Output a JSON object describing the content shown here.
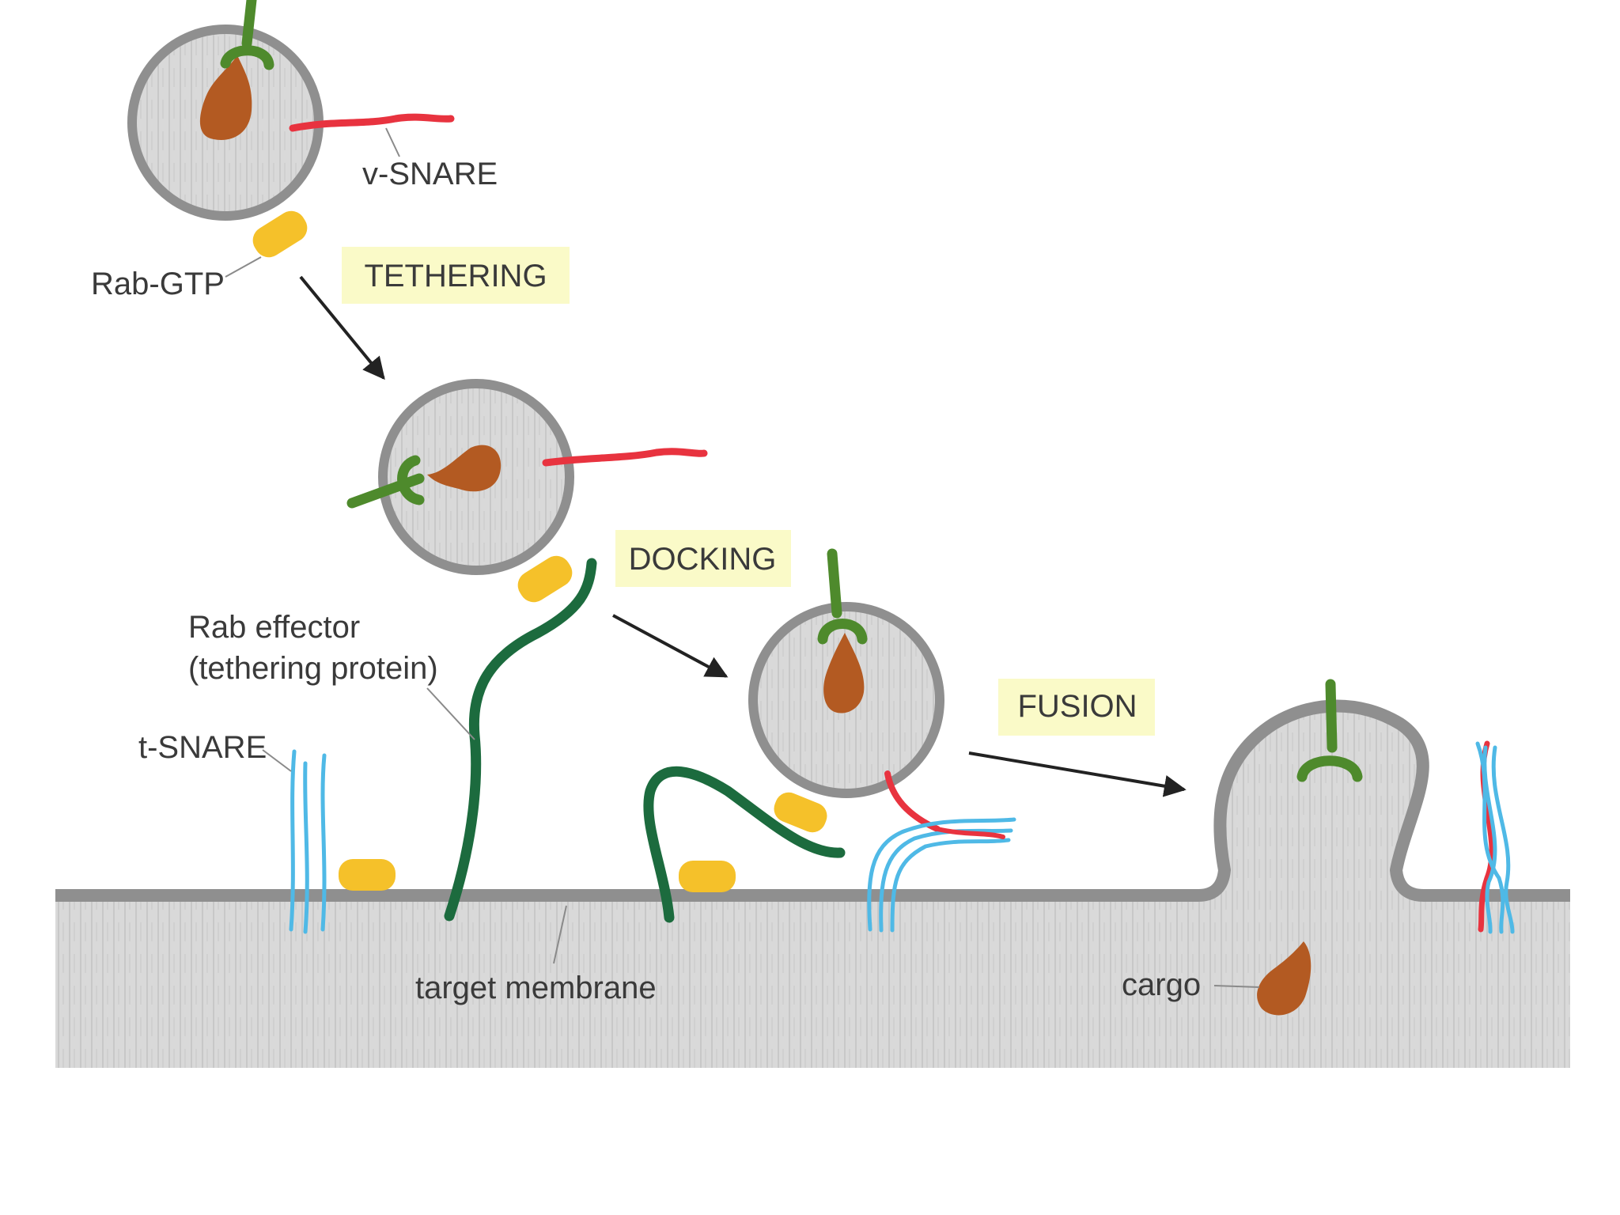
{
  "labels": {
    "v_snare": "v-SNARE",
    "rab_gtp": "Rab-GTP",
    "rab_effector_line1": "Rab effector",
    "rab_effector_line2": "(tethering protein)",
    "t_snare": "t-SNARE",
    "target_membrane": "target membrane",
    "cargo": "cargo"
  },
  "steps": {
    "tethering": "TETHERING",
    "docking": "DOCKING",
    "fusion": "FUSION"
  },
  "colors": {
    "membrane_fill": "#d6d6d6",
    "membrane_edge": "#8f8f8f",
    "cargo": "#b35a22",
    "receptor": "#4e8a2c",
    "v_snare": "#e8333f",
    "t_snare": "#4fb9e6",
    "rab": "#f5c12a",
    "tether": "#1c6b3e",
    "step_highlight": "#fafac8"
  }
}
